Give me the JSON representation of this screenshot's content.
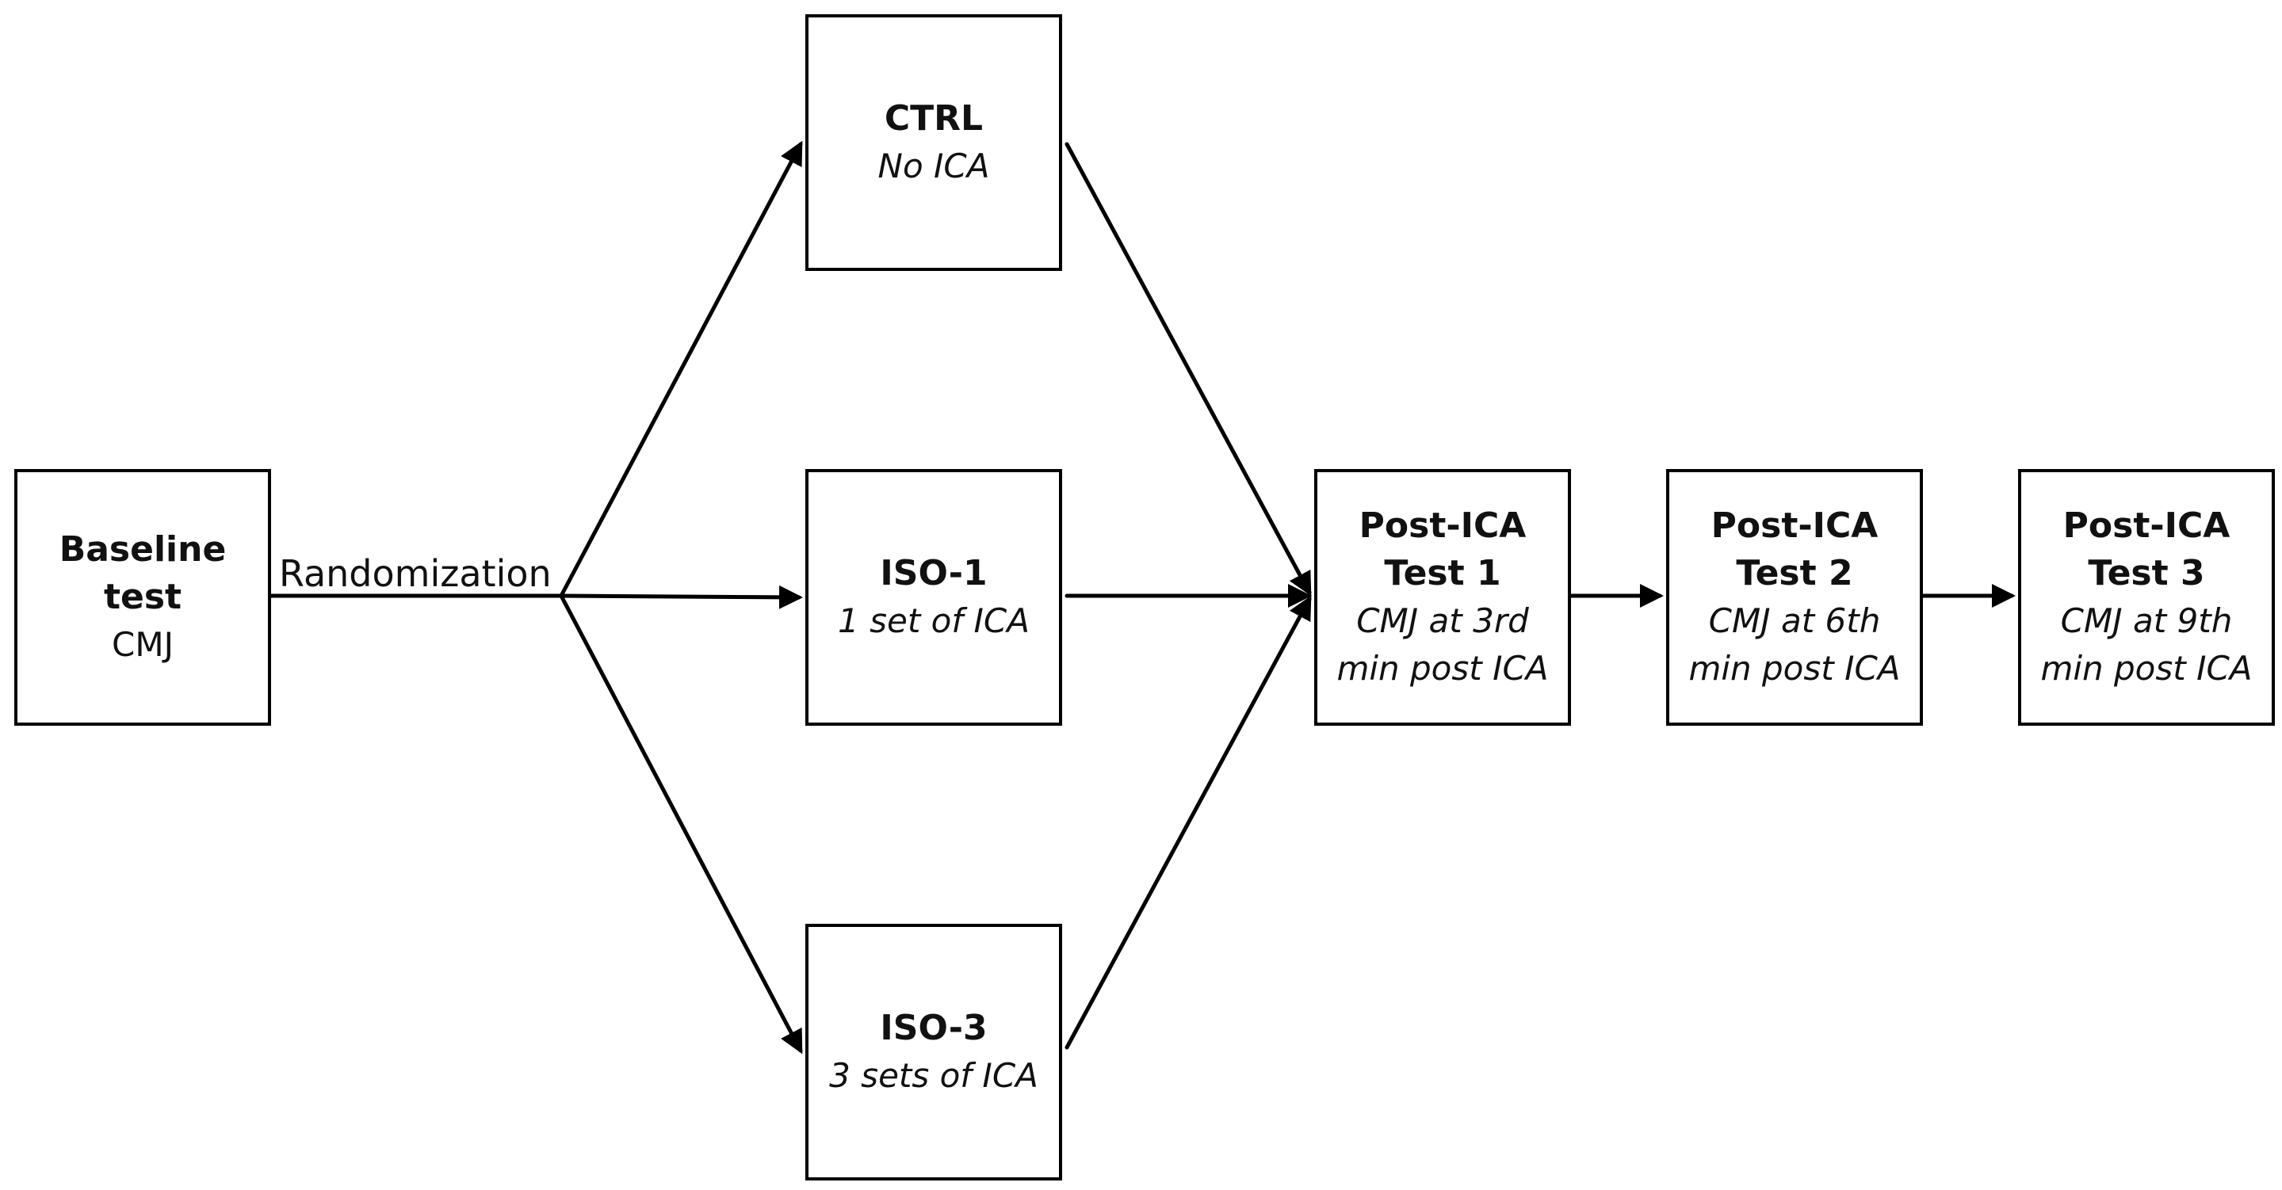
{
  "boxes": {
    "baseline": {
      "title": "Baseline test",
      "subtitle": "CMJ"
    },
    "ctrl": {
      "title": "CTRL",
      "subtitle": "No ICA"
    },
    "iso1": {
      "title": "ISO-1",
      "subtitle": "1 set of ICA"
    },
    "iso3": {
      "title": "ISO-3",
      "subtitle": "3 sets of ICA"
    },
    "post1": {
      "title": "Post-ICA\nTest 1",
      "subtitle": "CMJ at 3rd\nmin post ICA"
    },
    "post2": {
      "title": "Post-ICA\nTest 2",
      "subtitle": "CMJ at 6th\nmin post ICA"
    },
    "post3": {
      "title": "Post-ICA\nTest 3",
      "subtitle": "CMJ at 9th\nmin post ICA"
    }
  },
  "edge_labels": {
    "randomization": "Randomization"
  },
  "edges": [
    {
      "from": "baseline",
      "to": "split-point",
      "label": "Randomization"
    },
    {
      "from": "split-point",
      "to": "ctrl"
    },
    {
      "from": "split-point",
      "to": "iso1"
    },
    {
      "from": "split-point",
      "to": "iso3"
    },
    {
      "from": "ctrl",
      "to": "post1"
    },
    {
      "from": "iso1",
      "to": "post1"
    },
    {
      "from": "iso3",
      "to": "post1"
    },
    {
      "from": "post1",
      "to": "post2"
    },
    {
      "from": "post2",
      "to": "post3"
    }
  ],
  "colors": {
    "line": "#000000",
    "box_border": "#000000",
    "background": "#ffffff",
    "text": "#111111"
  }
}
